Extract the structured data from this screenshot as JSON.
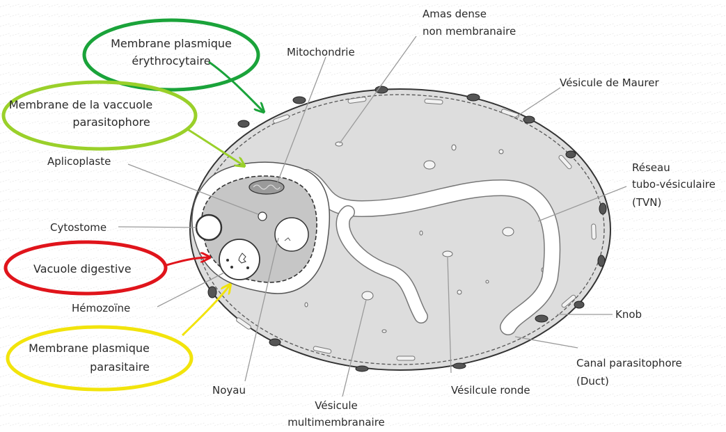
{
  "colors": {
    "cell_fill": "#dddddd",
    "parasite_fill": "#c6c6c6",
    "pointer_line": "#9a9a9a",
    "dark_green": "#1aa33a",
    "light_green": "#9ad02a",
    "red": "#e0141b",
    "yellow": "#f2e40c"
  },
  "labels": {
    "membrane_erythrocytaire": {
      "line1": "Membrane plasmique",
      "line2": "érythrocytaire"
    },
    "membrane_vacuole": {
      "line1": "Membrane de la vaccuole",
      "line2": "parasitophore"
    },
    "aplicoplaste": "Aplicoplaste",
    "cytostome": "Cytostome",
    "vacuole_digestive": "Vacuole digestive",
    "hemozoine": "Hémozoïne",
    "membrane_parasitaire": {
      "line1": "Membrane plasmique",
      "line2": "parasitaire"
    },
    "noyau": "Noyau",
    "vesicule_multi": {
      "line1": "Vésicule",
      "line2": "multimembranaire"
    },
    "vesicule_ronde": "Vésilcule ronde",
    "canal": {
      "line1": "Canal parasitophore",
      "line2": "(Duct)"
    },
    "knob": "Knob",
    "tvn": {
      "line1": "Réseau",
      "line2": "tubo-vésiculaire",
      "line3": "(TVN)"
    },
    "maurer": "Vésicule de Maurer",
    "mitochondrie": "Mitochondrie",
    "amas": {
      "line1": "Amas dense",
      "line2": "non membranaire"
    }
  }
}
